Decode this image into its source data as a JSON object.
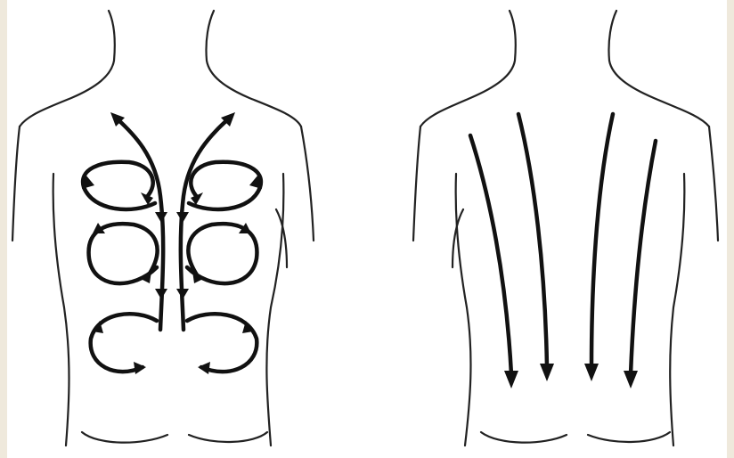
{
  "figure": {
    "panels": [
      {
        "name": "left-back",
        "technique": "circular-strokes"
      },
      {
        "name": "right-back",
        "technique": "long-downward-strokes"
      }
    ],
    "colors": {
      "background": "#efe9dc",
      "paper": "#ffffff",
      "ink": "#111111"
    }
  }
}
